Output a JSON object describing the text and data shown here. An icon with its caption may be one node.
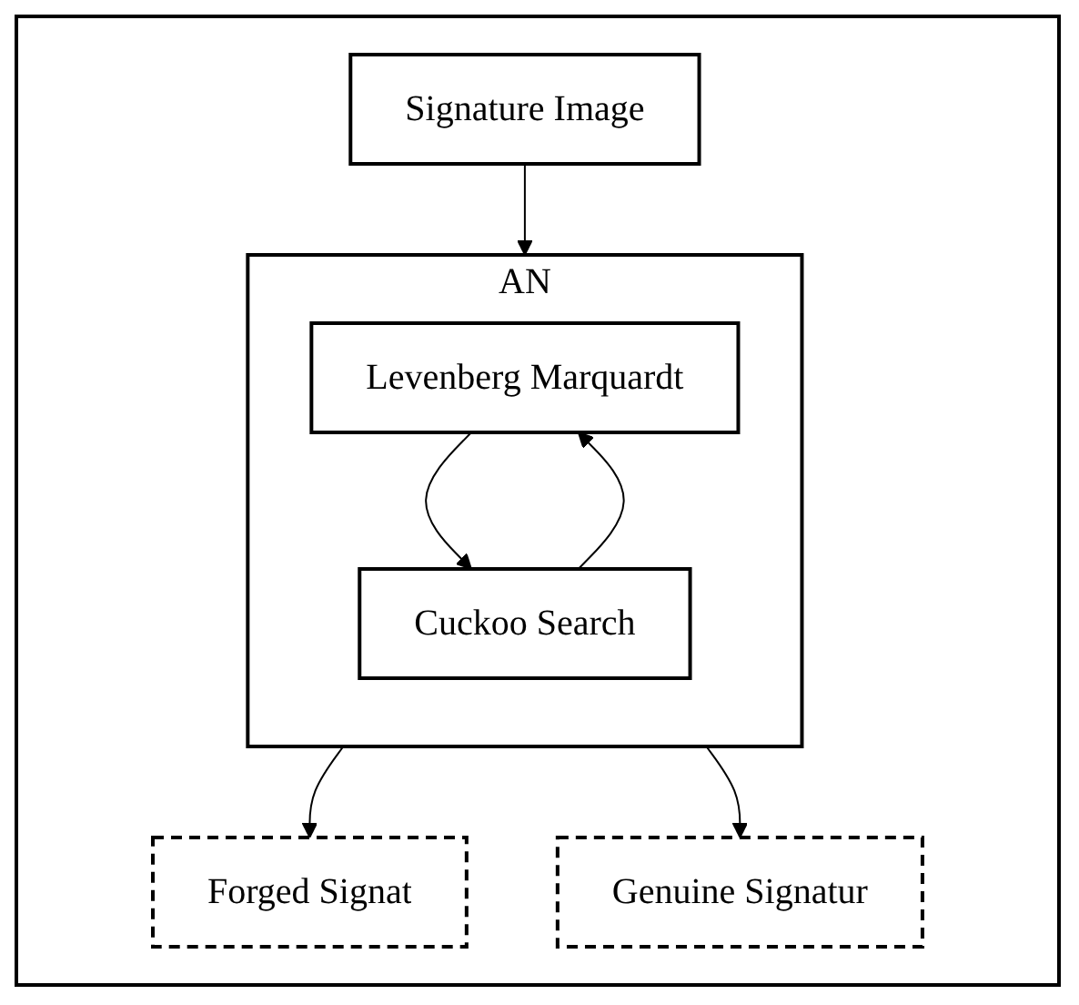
{
  "diagram": {
    "nodes": [
      {
        "text": [
          "Signature Image"
        ]
      },
      {
        "text": [
          "AN"
        ]
      },
      {
        "text": [
          "Levenberg Marquardt"
        ],
        "in": 1
      },
      {
        "text": [
          "Cuckoo Search"
        ],
        "in": 1
      },
      {
        "text": [
          "Forged Signat"
        ]
      },
      {
        "text": [
          "Genuine Signatur"
        ]
      }
    ],
    "edges": [
      {
        "from": 0,
        "to": 1,
        "arrow": "to"
      },
      {
        "from": 2,
        "to": 3,
        "arrow": "to"
      },
      {
        "from": 3,
        "to": 2,
        "arrow": "to"
      },
      {
        "from": 1,
        "to": 4,
        "arrow": "to"
      },
      {
        "from": 1,
        "to": 5,
        "arrow": "to"
      }
    ]
  }
}
